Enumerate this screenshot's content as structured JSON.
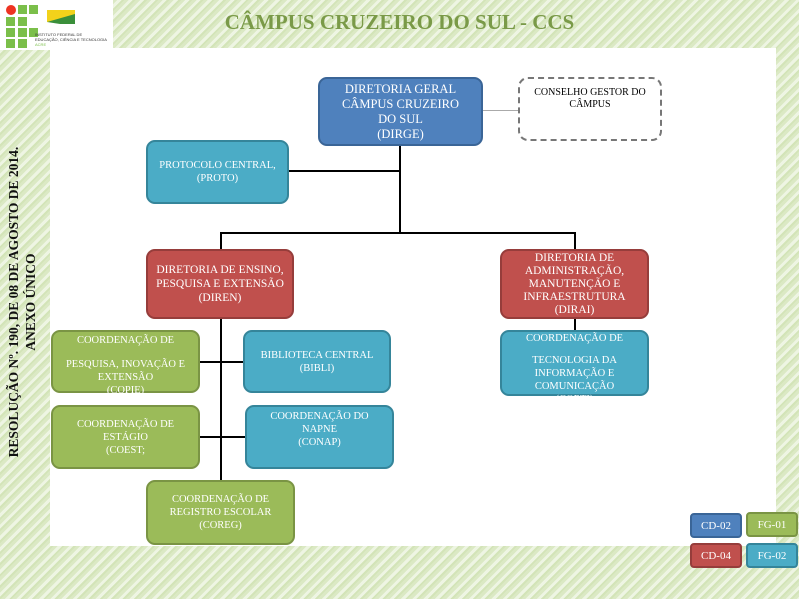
{
  "title": "CÂMPUS CRUZEIRO DO SUL - CCS",
  "logo_text": [
    "INSTITUTO FEDERAL DE",
    "EDUCAÇÃO, CIÊNCIA E TECNOLOGIA",
    "ACRE"
  ],
  "side": {
    "line1": "RESOLUÇÃO Nº. 190, DE 08 DE AGOSTO DE 2014.",
    "line2": "ANEXO ÚNICO"
  },
  "boxes": {
    "dirge": [
      "DIRETORIA GERAL",
      "CÂMPUS CRUZEIRO",
      "DO SUL",
      "(DIRGE)"
    ],
    "conselho": [
      "CONSELHO GESTOR DO",
      "CÂMPUS"
    ],
    "proto": [
      "PROTOCOLO CENTRAL,",
      "(PROTO)"
    ],
    "diren": [
      "DIRETORIA DE ENSINO,",
      "PESQUISA E EXTENSÃO",
      "(DIREN)"
    ],
    "dirai": [
      "DIRETORIA DE",
      "ADMINISTRAÇÃO,",
      "MANUTENÇÃO E",
      "INFRAESTRUTURA",
      "(DIRAI)"
    ],
    "copie": [
      "COORDENAÇÃO DE",
      "PESQUISA, INOVAÇÃO E",
      "EXTENSÃO",
      "(COPIE)"
    ],
    "bibli": [
      "BIBLIOTECA CENTRAL",
      "(BIBLI)"
    ],
    "coest": [
      "COORDENAÇÃO DE",
      "ESTÁGIO",
      "(COEST;"
    ],
    "conap": [
      "COORDENAÇÃO DO",
      "NAPNE",
      "(CONAP)"
    ],
    "coreg": [
      "COORDENAÇÃO DE",
      "REGISTRO ESCOLAR",
      "(COREG)"
    ],
    "corti": [
      "COORDENAÇÃO DE",
      "TECNOLOGIA DA",
      "INFORMAÇÃO E",
      "COMUNICAÇÃO",
      "(CORTI)"
    ]
  },
  "legend": {
    "cd02": "CD-02",
    "fg01": "FG-01",
    "cd04": "CD-04",
    "fg02": "FG-02"
  },
  "colors": {
    "cd02": "#4f81bd",
    "fg01": "#9bbb59",
    "cd04": "#c0504d",
    "fg02": "#4bacc6"
  }
}
